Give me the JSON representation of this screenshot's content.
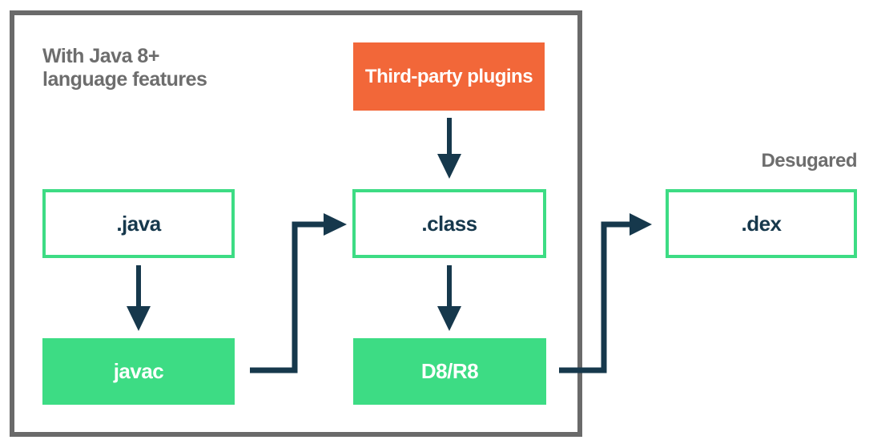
{
  "colors": {
    "green": "#3ddc84",
    "orange": "#f26739",
    "navy": "#16384c",
    "gray_border": "#6a6a6a",
    "gray_text": "#6d6d6d",
    "white": "#ffffff"
  },
  "diagram": {
    "note": {
      "line1": "With Java 8+",
      "line2": "language features"
    },
    "desugared_label": "Desugared",
    "nodes": {
      "third_party": {
        "label": "Third-party plugins",
        "style": "filled-orange"
      },
      "java": {
        "label": ".java",
        "style": "outlined-green"
      },
      "class": {
        "label": ".class",
        "style": "outlined-green"
      },
      "dex": {
        "label": ".dex",
        "style": "outlined-green"
      },
      "javac": {
        "label": "javac",
        "style": "filled-green"
      },
      "d8r8": {
        "label": "D8/R8",
        "style": "filled-green"
      }
    },
    "edges": [
      {
        "from": "third_party",
        "to": "class",
        "shape": "straight-down"
      },
      {
        "from": "java",
        "to": "javac",
        "shape": "straight-down"
      },
      {
        "from": "javac",
        "to": "class",
        "shape": "elbow-right-up-right"
      },
      {
        "from": "class",
        "to": "d8r8",
        "shape": "straight-down"
      },
      {
        "from": "d8r8",
        "to": "dex",
        "shape": "elbow-right-up-right"
      }
    ]
  }
}
